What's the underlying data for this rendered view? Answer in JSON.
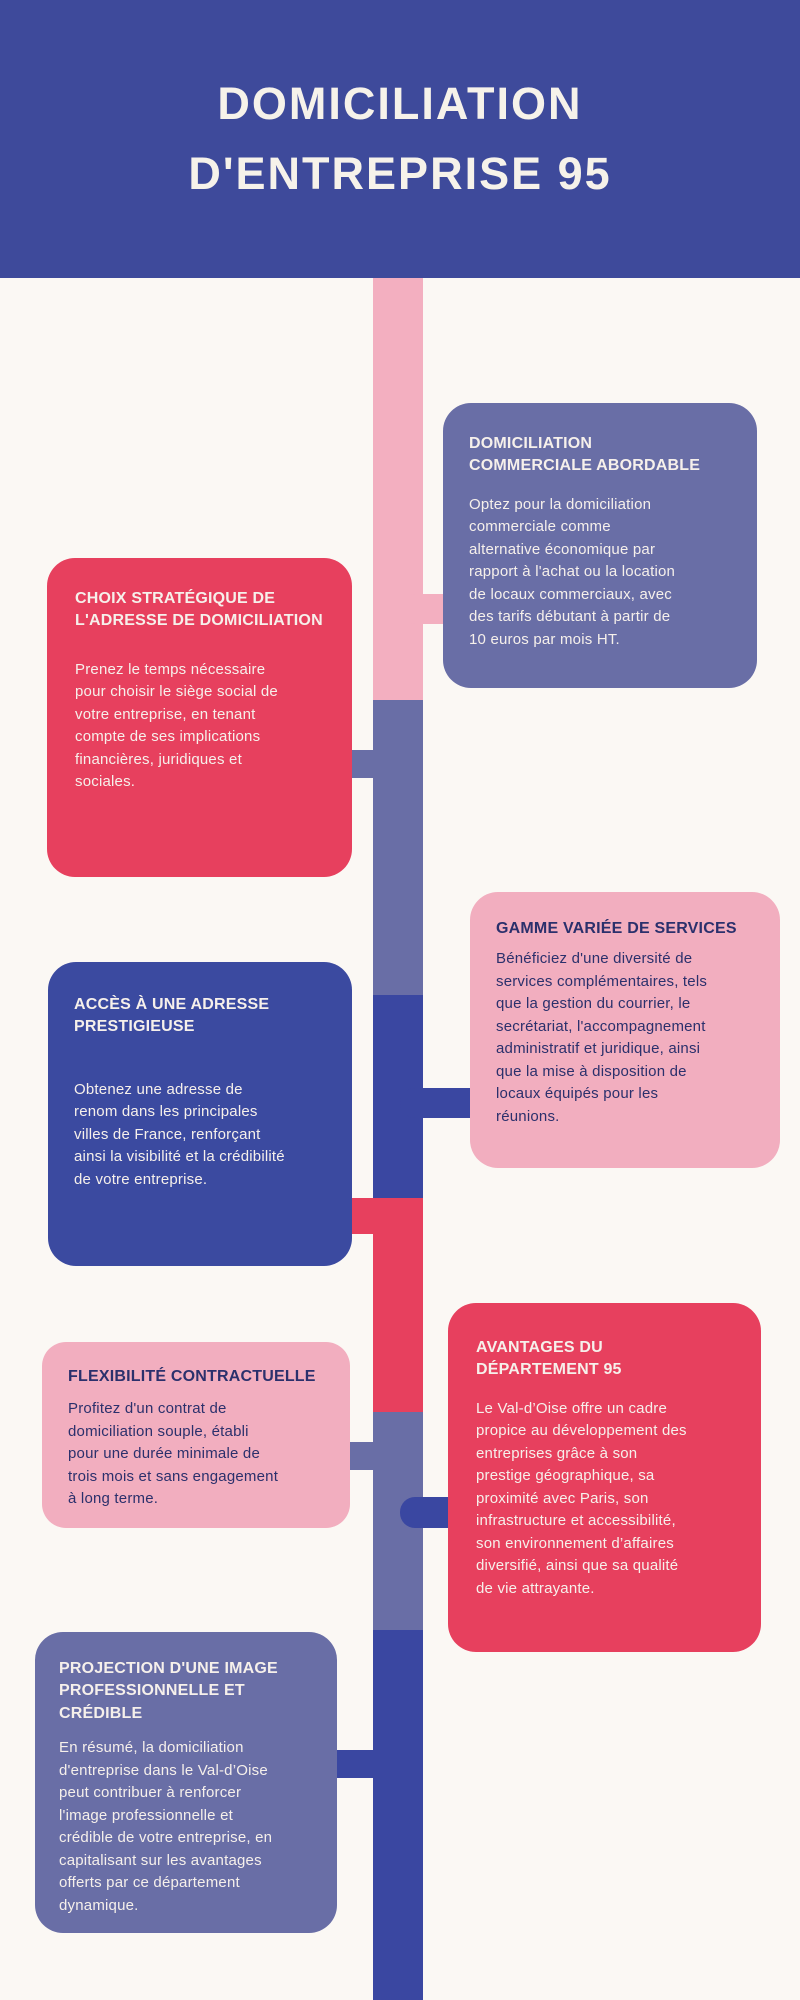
{
  "header": {
    "title": "DOMICILIATION\nD'ENTREPRISE 95"
  },
  "colors": {
    "background": "#FBF8F4",
    "header_navy": "#3E4A9B",
    "navy": "#3A47A1",
    "slate": "#696EA6",
    "red": "#E7405E",
    "pink": "#F2AEBF",
    "text_on_dark": "#F6F0EB",
    "text_on_pink": "#2B306C"
  },
  "timeline": {
    "segments": [
      "pink",
      "slate",
      "navy",
      "red",
      "slate",
      "navy"
    ]
  },
  "cards": [
    {
      "theme": "slate",
      "side": "right",
      "title": "DOMICILIATION\nCOMMERCIALE ABORDABLE",
      "body": "Optez pour la domiciliation\ncommerciale comme\nalternative économique par\nrapport à l'achat ou la location\nde locaux commerciaux, avec\ndes tarifs débutant à partir de\n10 euros par mois HT."
    },
    {
      "theme": "red",
      "side": "left",
      "title": "CHOIX STRATÉGIQUE DE\nL'ADRESSE DE DOMICILIATION",
      "body": "Prenez le temps nécessaire\npour choisir le siège social de\nvotre entreprise, en tenant\ncompte de ses implications\nfinancières, juridiques et\nsociales."
    },
    {
      "theme": "pink",
      "side": "right",
      "title": "GAMME VARIÉE DE SERVICES",
      "body": "Bénéficiez d'une diversité de\nservices complémentaires, tels\nque la gestion du courrier, le\nsecrétariat, l'accompagnement\nadministratif et juridique, ainsi\nque la mise à disposition de\nlocaux équipés pour les\nréunions."
    },
    {
      "theme": "navy",
      "side": "left",
      "title": "ACCÈS À UNE ADRESSE\nPRESTIGIEUSE",
      "body": "Obtenez une adresse de\nrenom dans les principales\nvilles de France, renforçant\nainsi la visibilité et la crédibilité\nde votre entreprise."
    },
    {
      "theme": "pink",
      "side": "left",
      "title": "FLEXIBILITÉ CONTRACTUELLE",
      "body": "Profitez d'un contrat de\ndomiciliation souple, établi\npour une durée minimale de\ntrois mois et sans engagement\nà long terme."
    },
    {
      "theme": "red",
      "side": "right",
      "title": "AVANTAGES DU\nDÉPARTEMENT 95",
      "body": "Le Val-d’Oise offre un cadre\npropice au développement des\nentreprises grâce à son\nprestige géographique, sa\nproximité avec Paris, son\ninfrastructure et accessibilité,\nson environnement d’affaires\ndiversifié, ainsi que sa qualité\nde vie attrayante."
    },
    {
      "theme": "slate",
      "side": "left",
      "title": "PROJECTION D'UNE IMAGE\nPROFESSIONNELLE ET\nCRÉDIBLE",
      "body": "En résumé, la domiciliation\nd'entreprise dans le Val-d’Oise\npeut contribuer à renforcer\nl'image professionnelle et\ncrédible de votre entreprise, en\ncapitalisant sur les avantages\nofferts par ce département\ndynamique."
    }
  ]
}
